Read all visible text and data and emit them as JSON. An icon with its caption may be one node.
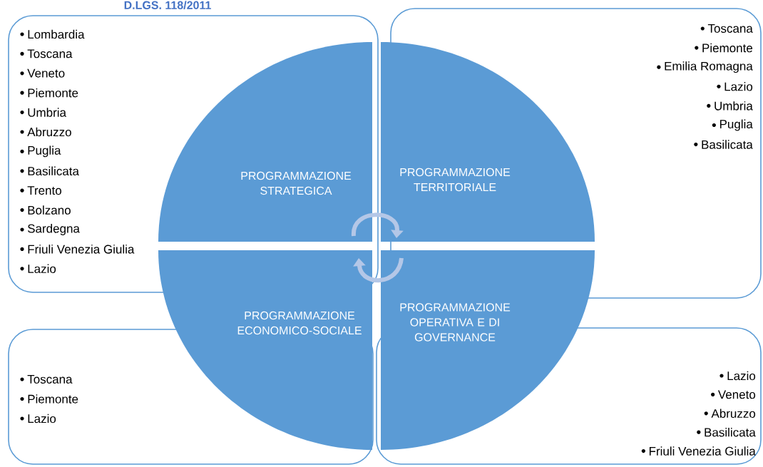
{
  "diagram": {
    "title": "D.LGS. 118/2011",
    "nodes": [
      {
        "text": [
          "Lombardia",
          "Toscana",
          "Veneto",
          "Piemonte",
          "Umbria",
          "Abruzzo",
          "Puglia",
          "Basilicata",
          "Trento",
          "Bolzano",
          "Sardegna",
          "Friuli Venezia Giulia",
          "Lazio"
        ]
      },
      {
        "text": [
          "Toscana",
          "Piemonte",
          "Emilia Romagna",
          "Lazio",
          "Umbria",
          "Puglia",
          "Basilicata"
        ]
      },
      {
        "text": [
          "Toscana",
          "Piemonte",
          "Lazio"
        ]
      },
      {
        "text": [
          "Lazio",
          "Veneto",
          "Abruzzo",
          "Basilicata",
          "Friuli Venezia Giulia"
        ]
      },
      {
        "text": [
          "PROGRAMMAZIONE STRATEGICA"
        ],
        "in": 0
      },
      {
        "text": [
          "PROGRAMMAZIONE TERRITORIALE"
        ],
        "in": 1
      },
      {
        "text": [
          "PROGRAMMAZIONE ECONOMICO-SOCIALE"
        ]
      },
      {
        "text": [
          "PROGRAMMAZIONE OPERATIVA E DI GOVERNANCE"
        ]
      }
    ],
    "edges": [
      {
        "from": 4,
        "to": 5,
        "arrow": "to"
      },
      {
        "from": 7,
        "to": 6,
        "arrow": "to"
      }
    ]
  }
}
